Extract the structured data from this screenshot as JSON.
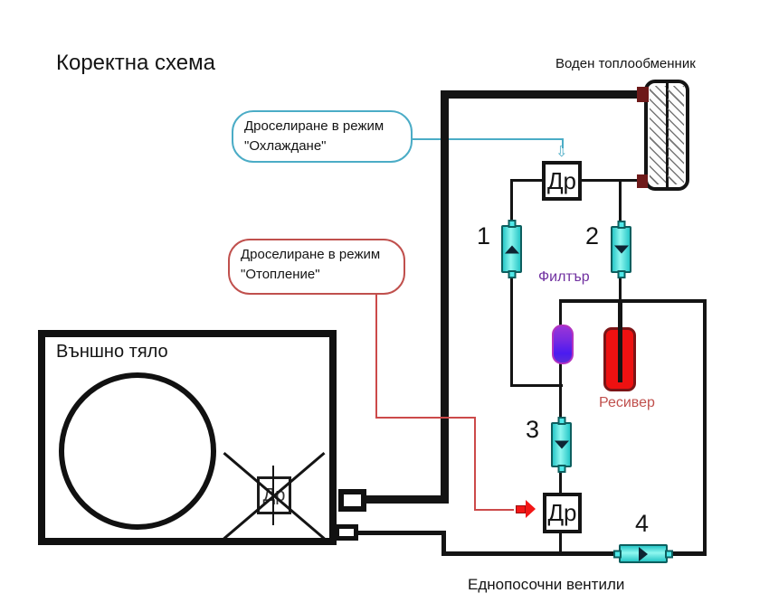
{
  "title": "Коректна схема",
  "diagram": {
    "heat_exchanger_label": "Воден топлообменник",
    "filter_label": "Филтър",
    "receiver_label": "Ресивер",
    "outdoor_unit_label": "Външно тяло",
    "one_way_valves_label": "Еднопосочни вентили",
    "throttle_label": "Др"
  },
  "callouts": {
    "cooling": {
      "line1": "Дроселиране в режим",
      "line2": "\"Охлаждане\"",
      "border_color": "#4bacc6"
    },
    "heating": {
      "line1": "Дроселиране в режим",
      "line2": "\"Отопление\"",
      "border_color": "#c0504d"
    }
  },
  "valves": [
    {
      "number": "1",
      "direction": "up"
    },
    {
      "number": "2",
      "direction": "down"
    },
    {
      "number": "3",
      "direction": "down"
    },
    {
      "number": "4",
      "direction": "right"
    }
  ],
  "icons": {
    "cooling_pointer_down": "⇩"
  },
  "colors": {
    "valve_fill": "#40e3e3",
    "receiver_fill": "#ee1111",
    "filter_fill": "#6a2be0",
    "filter_label": "#7030a0",
    "receiver_label": "#c0504d",
    "cooling_accent": "#4bacc6",
    "heating_accent": "#c0504d",
    "line": "#141414",
    "connector": "#6e1a1a"
  }
}
